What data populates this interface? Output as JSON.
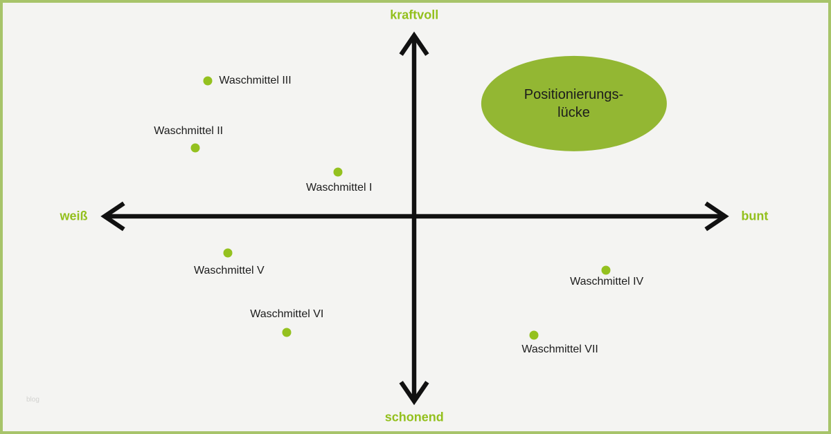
{
  "watermark": "blog",
  "colors": {
    "background": "#f4f4f2",
    "border_green": "#a7c46a",
    "axis_black": "#111111",
    "label_green": "#93c01d",
    "dot_green": "#94c11f",
    "ellipse_green": "#93b733",
    "text_dark": "#1c1c1c"
  },
  "chart_data": {
    "type": "scatter",
    "title": "",
    "axes": {
      "vertical_top_label": "kraftvoll",
      "vertical_bottom_label": "schonend",
      "horizontal_left_label": "weiß",
      "horizontal_right_label": "bunt"
    },
    "legend": "none",
    "grid": false,
    "points": [
      {
        "label": "Waschmittel III",
        "dot": {
          "x_pct": 24.83,
          "y_pct": 18.15
        },
        "label_pos": {
          "x_pct": 30.58,
          "y_pct": 18.15
        }
      },
      {
        "label": "Waschmittel II",
        "dot": {
          "x_pct": 23.33,
          "y_pct": 33.92
        },
        "label_pos": {
          "x_pct": 22.5,
          "y_pct": 29.94
        }
      },
      {
        "label": "Waschmittel I",
        "dot": {
          "x_pct": 40.58,
          "y_pct": 39.49
        },
        "label_pos": {
          "x_pct": 40.75,
          "y_pct": 43.15
        }
      },
      {
        "label": "Waschmittel V",
        "dot": {
          "x_pct": 27.25,
          "y_pct": 58.44
        },
        "label_pos": {
          "x_pct": 27.42,
          "y_pct": 62.58
        }
      },
      {
        "label": "Waschmittel VI",
        "dot": {
          "x_pct": 34.42,
          "y_pct": 76.91
        },
        "label_pos": {
          "x_pct": 34.42,
          "y_pct": 72.77
        }
      },
      {
        "label": "Waschmittel IV",
        "dot": {
          "x_pct": 73.08,
          "y_pct": 62.42
        },
        "label_pos": {
          "x_pct": 73.17,
          "y_pct": 65.13
        }
      },
      {
        "label": "Waschmittel VII",
        "dot": {
          "x_pct": 64.33,
          "y_pct": 77.55
        },
        "label_pos": {
          "x_pct": 67.5,
          "y_pct": 80.89
        }
      }
    ],
    "annotation_ellipse": {
      "line1": "Positionierungs-",
      "line2": "lücke",
      "center": {
        "x_pct": 69.17,
        "y_pct": 23.57
      },
      "width_pct": 22.5,
      "height_pct": 22.3
    }
  }
}
